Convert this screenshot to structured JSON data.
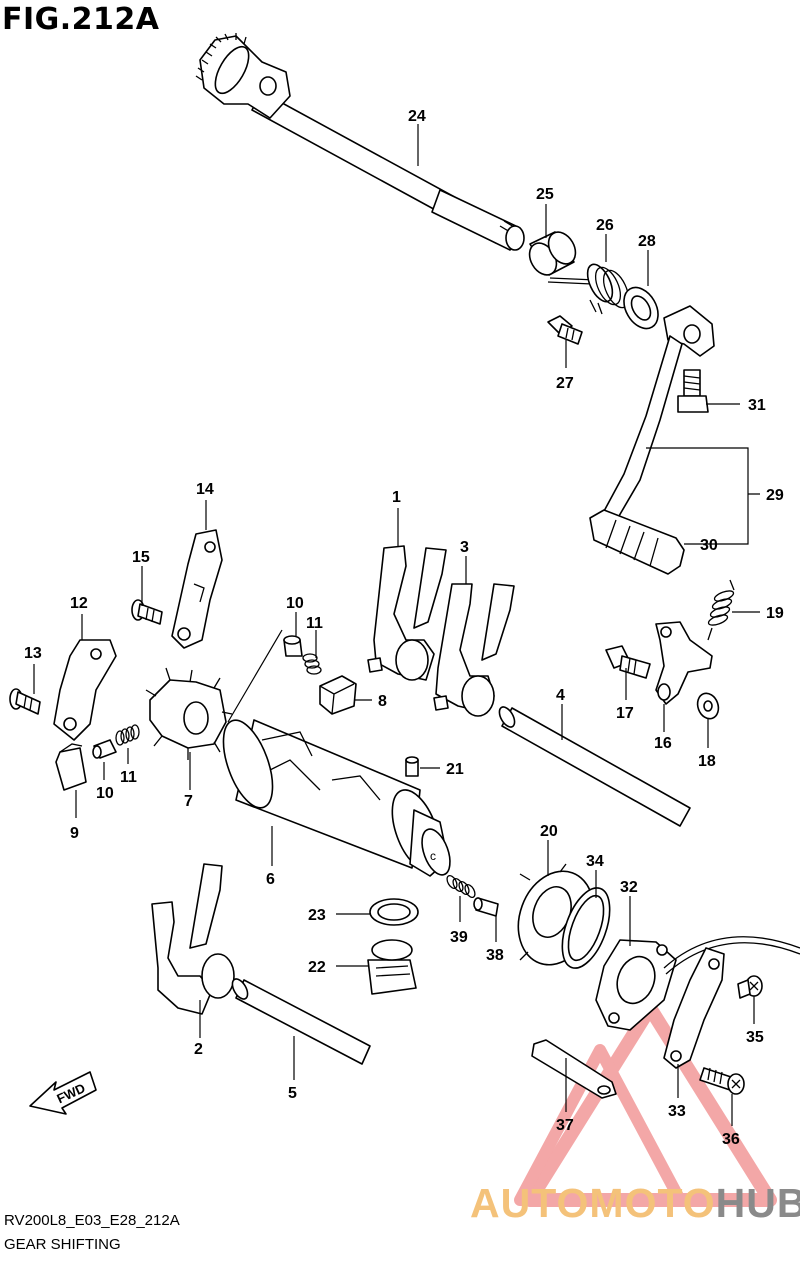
{
  "figure": {
    "title": "FIG.212A",
    "code": "RV200L8_E03_E28_212A",
    "caption": "GEAR SHIFTING",
    "direction_label": "FWD"
  },
  "watermark": {
    "text_accent": "AUTOMOTO",
    "text_brand": "HUB",
    "colors": {
      "accent": "#f4c27a",
      "brand": "#8a8a8a",
      "triangle": "#f08a8a"
    }
  },
  "callouts": {
    "c1": "1",
    "c2": "2",
    "c3": "3",
    "c4": "4",
    "c5": "5",
    "c6": "6",
    "c7": "7",
    "c8": "8",
    "c9": "9",
    "c10a": "10",
    "c10b": "10",
    "c11a": "11",
    "c11b": "11",
    "c12": "12",
    "c13": "13",
    "c14": "14",
    "c15": "15",
    "c16": "16",
    "c17": "17",
    "c18": "18",
    "c19": "19",
    "c20": "20",
    "c21": "21",
    "c22": "22",
    "c23": "23",
    "c24": "24",
    "c25": "25",
    "c26": "26",
    "c27": "27",
    "c28": "28",
    "c29": "29",
    "c30": "30",
    "c31": "31",
    "c32": "32",
    "c33": "33",
    "c34": "34",
    "c35": "35",
    "c36": "36",
    "c37": "37",
    "c38": "38",
    "c39": "39"
  }
}
